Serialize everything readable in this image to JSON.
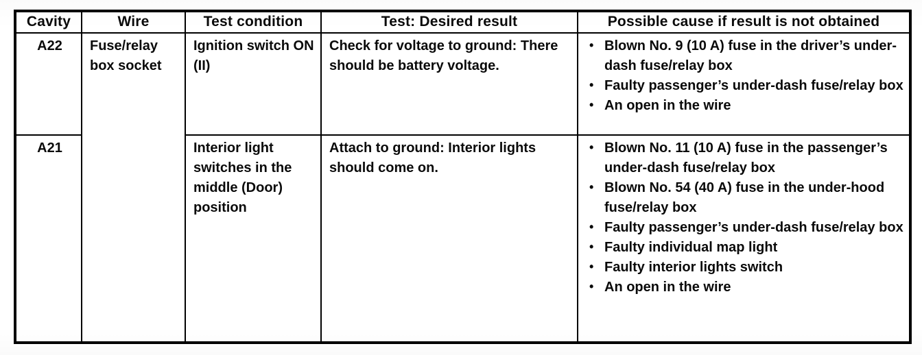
{
  "colors": {
    "border": "#000000",
    "text": "#0a0a0a",
    "background": "#ffffff"
  },
  "table": {
    "headers": [
      "Cavity",
      "Wire",
      "Test condition",
      "Test: Desired result",
      "Possible cause if result is not obtained"
    ],
    "rows": [
      {
        "cavity": "A22",
        "wire": "Fuse/relay box socket",
        "test_condition": "Ignition switch ON (II)",
        "desired_result": "Check for voltage to ground: There should be battery voltage.",
        "possible_causes": [
          "Blown No. 9 (10 A) fuse in the driver’s under-dash fuse/relay box",
          "Faulty passenger’s under-dash fuse/relay box",
          "An open in the wire"
        ]
      },
      {
        "cavity": "A21",
        "test_condition": "Interior light switches in the middle (Door) position",
        "desired_result": "Attach to ground: Interior lights should come on.",
        "possible_causes": [
          "Blown No. 11 (10 A) fuse in the passenger’s under-dash fuse/relay box",
          "Blown No. 54 (40 A) fuse in the under-hood fuse/relay box",
          "Faulty passenger’s under-dash fuse/relay box",
          "Faulty individual map light",
          "Faulty interior lights switch",
          "An open in the wire"
        ]
      }
    ]
  }
}
